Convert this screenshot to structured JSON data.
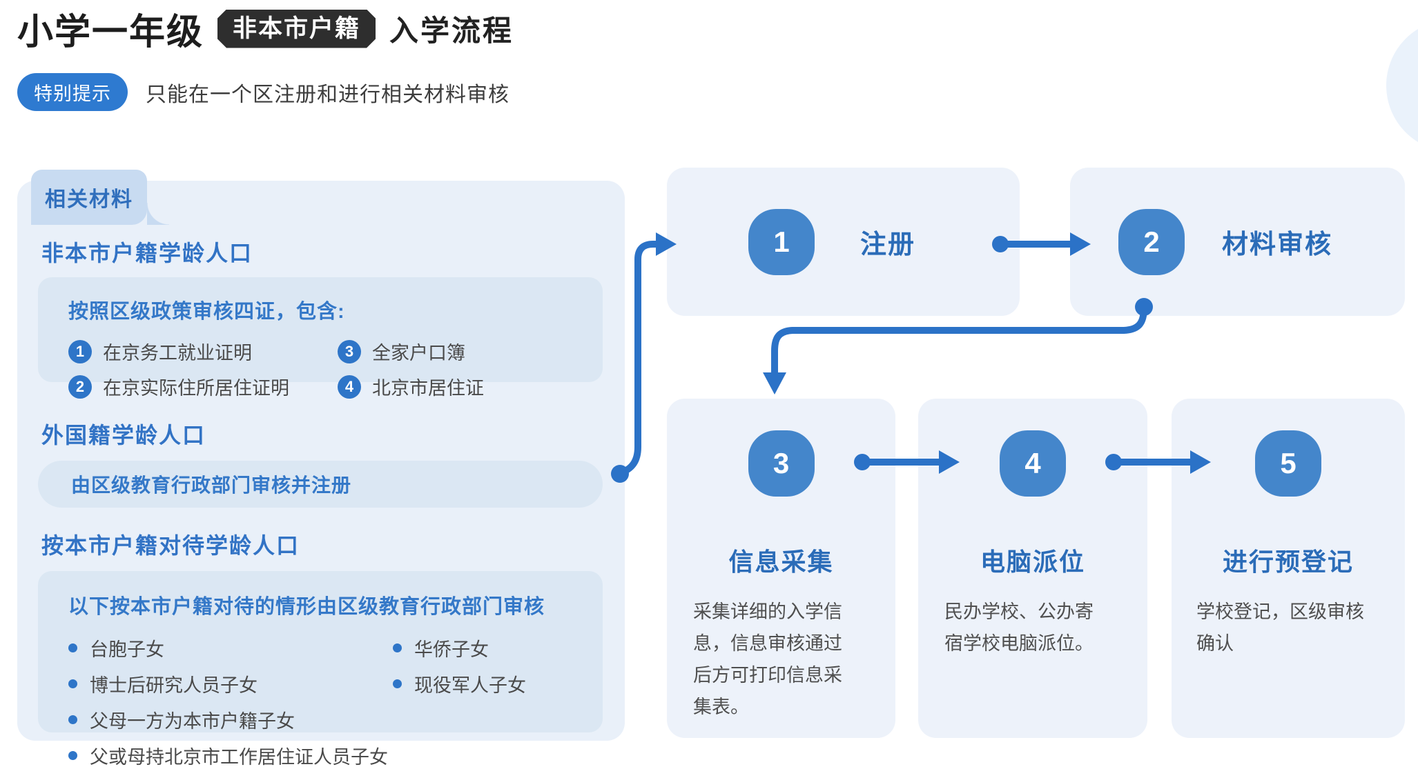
{
  "page": {
    "title_prefix": "小学一年级",
    "title_badge": "非本市户籍",
    "title_suffix": "入学流程",
    "tip_badge": "特别提示",
    "tip_text": "只能在一个区注册和进行相关材料审核"
  },
  "materials_panel": {
    "tab": "相关材料",
    "sections": [
      {
        "heading": "非本市户籍学龄人口",
        "box_title": "按照区级政策审核四证，包含:",
        "numbered_items": [
          {
            "num": "1",
            "text": "在京务工就业证明"
          },
          {
            "num": "2",
            "text": "在京实际住所居住证明"
          },
          {
            "num": "3",
            "text": "全家户口簿"
          },
          {
            "num": "4",
            "text": "北京市居住证"
          }
        ]
      },
      {
        "heading": "外国籍学龄人口",
        "box_text": "由区级教育行政部门审核并注册"
      },
      {
        "heading": "按本市户籍对待学龄人口",
        "box_title": "以下按本市户籍对待的情形由区级教育行政部门审核",
        "bullets_left": [
          "台胞子女",
          "博士后研究人员子女",
          "父母一方为本市户籍子女",
          "父或母持北京市工作居住证人员子女"
        ],
        "bullets_right": [
          "华侨子女",
          "现役军人子女"
        ]
      }
    ]
  },
  "flow": {
    "steps": [
      {
        "num": "1",
        "title": "注册",
        "desc": ""
      },
      {
        "num": "2",
        "title": "材料审核",
        "desc": ""
      },
      {
        "num": "3",
        "title": "信息采集",
        "desc": "采集详细的入学信息，信息审核通过后方可打印信息采集表。"
      },
      {
        "num": "4",
        "title": "电脑派位",
        "desc": "民办学校、公办寄宿学校电脑派位。"
      },
      {
        "num": "5",
        "title": "进行预登记",
        "desc": "学校登记，区级审核确认"
      }
    ]
  },
  "colors": {
    "accent_blue": "#2e75c8",
    "circle_blue": "#4486cb",
    "heading_blue": "#3273c5",
    "step_title_blue": "#2b6cb8",
    "panel_bg": "#e9f0f9",
    "inner_box_bg": "#dbe7f3",
    "tab_bg": "#c8dbf1",
    "card_bg": "#edf2fa",
    "tip_badge_bg": "#2e7ad0",
    "title_badge_bg": "#2e2e2e",
    "body_text": "#4a4a4a"
  }
}
